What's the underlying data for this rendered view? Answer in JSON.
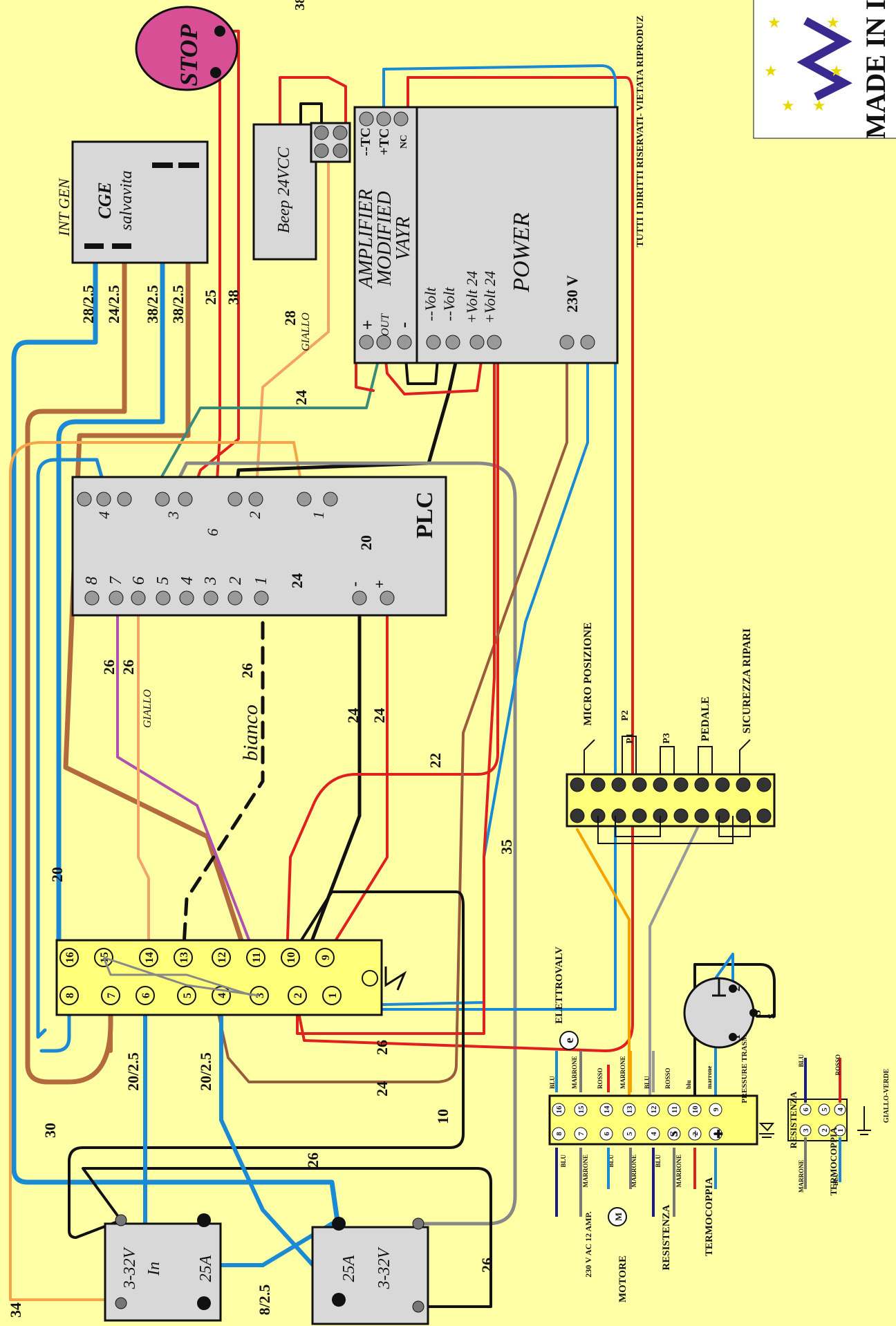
{
  "stop_button": {
    "label": "STOP",
    "wire_label": "38"
  },
  "cge": {
    "title": "CGE",
    "subtitle": "salvavita",
    "side_label": "INT GEN"
  },
  "beep": {
    "label": "Beep 24VCC"
  },
  "amplifier": {
    "line1": "AMPLIFIER",
    "line2": "MODIFIED",
    "line3": "VAYR",
    "plus": "+",
    "out": "OUT",
    "minus": "-",
    "tc_minus": "--TC",
    "tc_plus": "+TC",
    "nc": "NC"
  },
  "power": {
    "title": "POWER",
    "volt_minus1": "--Volt",
    "volt_minus2": "--Volt",
    "volt_plus1": "+Volt 24",
    "volt_plus2": "+Volt 24",
    "v230": "230 V"
  },
  "plc": {
    "title": "PLC",
    "top_numbers": [
      "4",
      "3",
      "2",
      "1"
    ],
    "top_6": "6",
    "bottom_numbers": [
      "8",
      "7",
      "6",
      "5",
      "4",
      "3",
      "2",
      "1"
    ],
    "minus": "-",
    "plus": "+"
  },
  "wire_labels": {
    "w28_25": "28/2.5",
    "w24_25": "24/2.5",
    "w38_25a": "38/2.5",
    "w38_25b": "38/2.5",
    "w25": "25",
    "w38": "38",
    "w28": "28",
    "giallo_top": "GIALLO",
    "w24_mid": "24",
    "w20_plc": "20",
    "w24_plc": "24",
    "w26a": "26",
    "w26b": "26",
    "giallo_mid": "GIALLO",
    "bianco": "bianco",
    "w26_bianco": "26",
    "w24_v1": "24",
    "w24_v2": "24",
    "w22": "22",
    "w35": "35",
    "w20_left": "20",
    "w30": "30",
    "w26_bottom": "26",
    "w24_bottom": "24",
    "w10": "10",
    "w26_mid": "26",
    "w20_25a": "20/2.5",
    "w20_25b": "20/2.5",
    "w8_25": "8/2.5",
    "w34": "34",
    "w26_corner": "26"
  },
  "terminal_block": {
    "top": [
      "16",
      "15",
      "14",
      "13",
      "12",
      "11",
      "10",
      "9"
    ],
    "bottom": [
      "8",
      "7",
      "6",
      "5",
      "4",
      "3",
      "2",
      "1"
    ]
  },
  "relay_left": {
    "line1": "3-32V",
    "line2": "In",
    "amp": "25A"
  },
  "relay_right": {
    "line1": "3-32V",
    "amp": "25A"
  },
  "switches": {
    "micro": "MICRO POSIZIONE",
    "p1": "P1",
    "p2": "P2",
    "p3": "P3",
    "pedale": "PEDALE",
    "sicurezza": "SICUREZZA RIPARI"
  },
  "small_block": {
    "top": [
      "16",
      "15",
      "14",
      "13",
      "12",
      "11",
      "10",
      "9"
    ],
    "bottom": [
      "8",
      "7",
      "6",
      "5",
      "4",
      "3",
      "2",
      "1"
    ],
    "top_colors": [
      "BLU",
      "MARRONE",
      "ROSSO",
      "MARRONE",
      "BLU",
      "ROSSO",
      "blu",
      "marrone"
    ],
    "bottom_colors": [
      "BLU",
      "MARRONE",
      "BLU",
      "MARRONE",
      "BLU",
      "MARRONE"
    ],
    "elettrovalv": "ELETTROVALV",
    "e_symbol": "e",
    "m_symbol": "M",
    "s_label": "S",
    "minus": "–",
    "plus": "✚",
    "trasmit": "PRESSURE TRASMIT",
    "ac_label": "230 V AC 12 AMP.",
    "motore": "MOTORE",
    "resistenza": "RESISTENZA",
    "termocoppia": "TERMOCOPPIA"
  },
  "sensor": {
    "n1": "1",
    "n2": "2",
    "n3": "3",
    "s": "S"
  },
  "res_block": {
    "resistenza": "RESISTENZA",
    "termocoppia": "TERMOCOPPIA",
    "nums": [
      "6",
      "5",
      "4",
      "3",
      "2",
      "1"
    ],
    "giallo_verde": "GIALLO-VERDE",
    "blu": "BLU",
    "rosso": "ROSSO",
    "marrone": "MARRONE",
    "blu2": "BLU"
  },
  "copyright": "TUTTI I DIRITTI RISERVATI- VIETATA RIPRODUZ",
  "made_in": "MADE IN I",
  "logo": "Vayr"
}
